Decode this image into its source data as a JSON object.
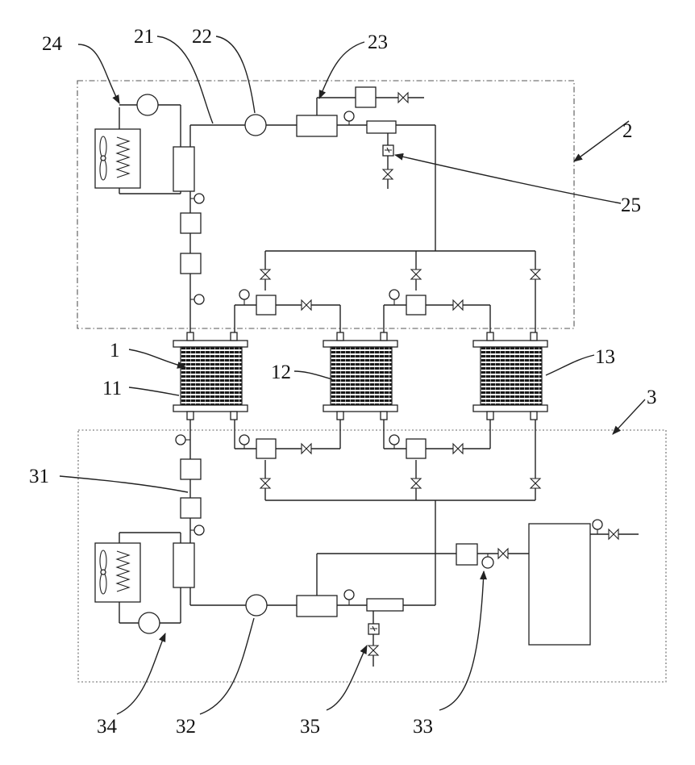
{
  "labels": {
    "l1": "1",
    "l2": "2",
    "l3": "3",
    "l11": "11",
    "l12": "12",
    "l13": "13",
    "l21": "21",
    "l22": "22",
    "l23": "23",
    "l24": "24",
    "l25": "25",
    "l31": "31",
    "l32": "32",
    "l33": "33",
    "l34": "34",
    "l35": "35"
  },
  "colors": {
    "line": "#222222",
    "background": "#ffffff"
  }
}
